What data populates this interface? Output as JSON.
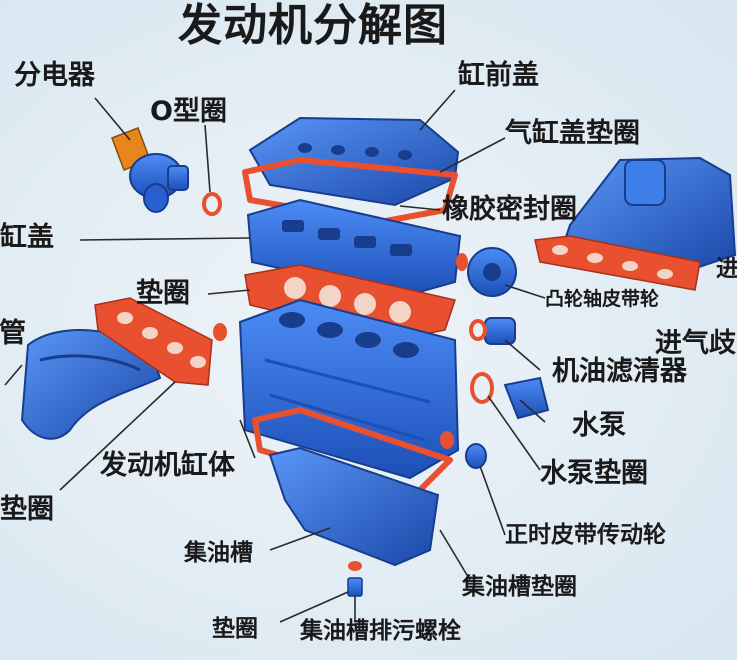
{
  "title": "发动机分解图",
  "labels": {
    "distributor": "分电器",
    "o_ring": "O型圈",
    "cylinder_head_cover": "缸前盖",
    "cover_gasket": "气缸盖垫圈",
    "rubber_seal": "橡胶密封圈",
    "cylinder_head": "缸盖",
    "gasket_upper": "垫圈",
    "camshaft_pulley": "凸轮轴皮带轮",
    "intake_partial": "进",
    "intake_manifold": "进气歧",
    "exhaust_pipe": "歧管",
    "oil_filter": "机油滤清器",
    "water_pump": "水泵",
    "water_pump_gasket": "水泵垫圈",
    "engine_block": "发动机缸体",
    "gasket_left": "垫圈",
    "timing_belt_pulley": "正时皮带传动轮",
    "oil_pan": "集油槽",
    "oil_pan_gasket": "集油槽垫圈",
    "drain_gasket": "垫圈",
    "drain_bolt": "集油槽排污螺栓"
  },
  "colors": {
    "part_blue": "#2f6fe0",
    "part_dark": "#173d8c",
    "gasket_red": "#e8502f",
    "accent_orange": "#e8861e",
    "leader_line": "#2a2a2a"
  }
}
